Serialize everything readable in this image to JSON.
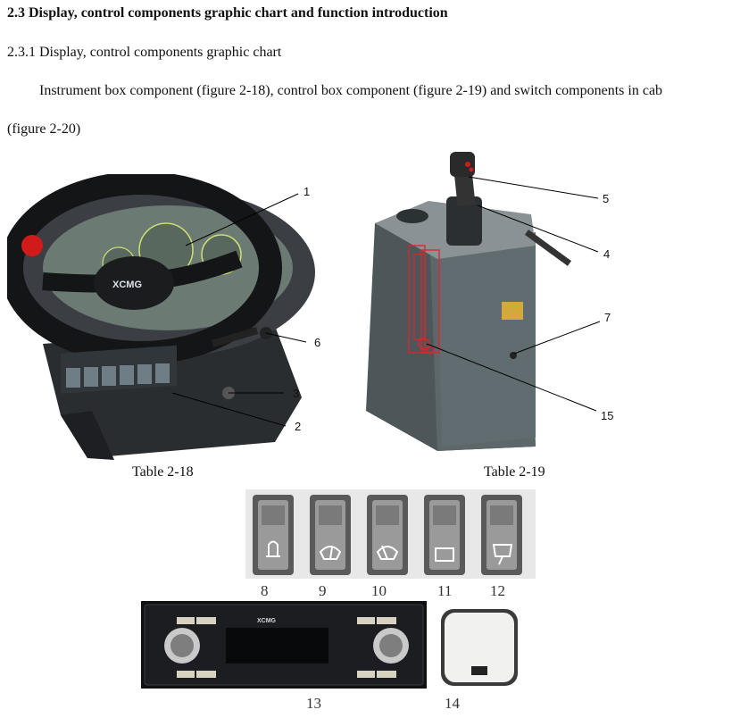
{
  "section_heading": "2.3 Display, control components graphic chart and function introduction",
  "subsection_heading": "2.3.1 Display, control components graphic chart",
  "paragraph_line1": "Instrument box component (figure 2-18), control box component (figure 2-19) and switch components in cab",
  "paragraph_line2": "(figure 2-20)",
  "figure_left": {
    "caption": "Table 2-18",
    "brand_logo": "XCMG",
    "callouts": [
      "1",
      "6",
      "3",
      "2"
    ]
  },
  "figure_right": {
    "caption": "Table 2-19",
    "callouts": [
      "5",
      "4",
      "7",
      "15"
    ]
  },
  "switch_panel": {
    "labels": [
      "8",
      "9",
      "10",
      "11",
      "12"
    ],
    "icons": [
      "beacon-light-icon",
      "front-wiper-icon",
      "wiper-icon",
      "washer-icon",
      "rear-wiper-icon"
    ]
  },
  "radio": {
    "label": "13",
    "brand": "XCMG"
  },
  "lamp": {
    "label": "14"
  }
}
